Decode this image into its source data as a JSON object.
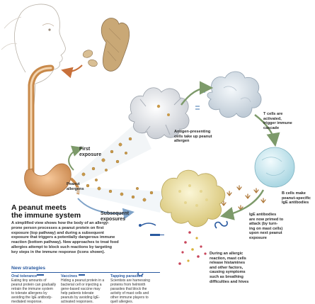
{
  "title": "A peanut meets\nthe immune system",
  "intro": "A simplified view shows how the body of an allergy-prone person processes a peanut protein on first exposure (top pathway) and during a subsequent exposure that triggers a potentially dangerous immune reaction (bottom pathway). New approaches to treat food allergies attempt to block such reactions by targeting key steps in the immune response (icons shown).",
  "labels": {
    "first_exposure": "First\nexposure",
    "subsequent_exposures": "Subsequent\nexposures",
    "peanut_allergens": "Peanut\nallergens",
    "apc": "Antigen-presenting\ncells take up peanut\nallergen",
    "t_cells": "T cells are\nactivated,\ntrigger immune\ncascade",
    "b_cells": "B cells make\npeanut-specific\nIgE antibodies",
    "ige": "IgE antibodies\nare now primed to\nattack (by turn-\ning on mast cells)\nupon next peanut\nexposure",
    "mast": "During an allergic\nreaction, mast cells\nrelease histamines\nand other factors,\ncausing symptoms\nsuch as breathing\ndifficulties and hives"
  },
  "new_strategies": {
    "heading": "New strategies",
    "items": [
      {
        "title": "Oral tolerance",
        "text": "Eating tiny amounts of peanut protein can gradually retrain the immune system to tolerate allergens by avoiding the IgE antibody-mediated response."
      },
      {
        "title": "Vaccines",
        "text": "Hiding a peanut protein in a bacterial cell or injecting a gene-based vaccine may help patients tolerate peanuts by avoiding IgE-activated responses."
      },
      {
        "title": "Tapping parasites",
        "text": "Scientists are harnessing proteins from helminth parasites that block the activity of mast cells and other immune players to quell allergies."
      }
    ]
  },
  "colors": {
    "accent_blue": "#2a5aa0",
    "arrow_green": "#7d9a6a",
    "arrow_blue": "#7ea2c8",
    "esophagus": "#c8894a",
    "peanut": "#c9a876",
    "mast_cell": "#efe2a0",
    "antibody": "#b07a3c"
  }
}
